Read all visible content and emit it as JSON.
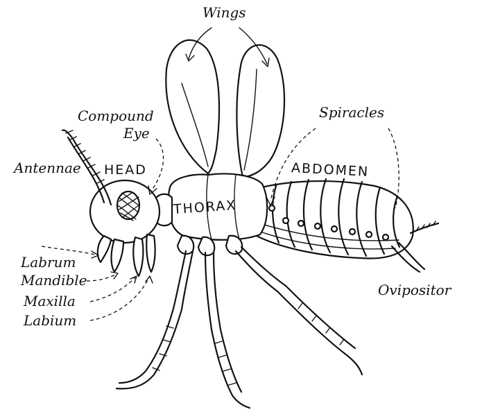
{
  "labels": {
    "wings": "Wings",
    "compound_eye_line1": "Compound",
    "compound_eye_line2": "Eye",
    "spiracles": "Spiracles",
    "antennae": "Antennae",
    "head": "HEAD",
    "thorax": "THORAX",
    "abdomen": "ABDOMEN",
    "labrum": "Labrum",
    "mandible": "Mandible",
    "maxilla": "Maxilla",
    "labium": "Labium",
    "ovipositor": "Ovipositor"
  }
}
